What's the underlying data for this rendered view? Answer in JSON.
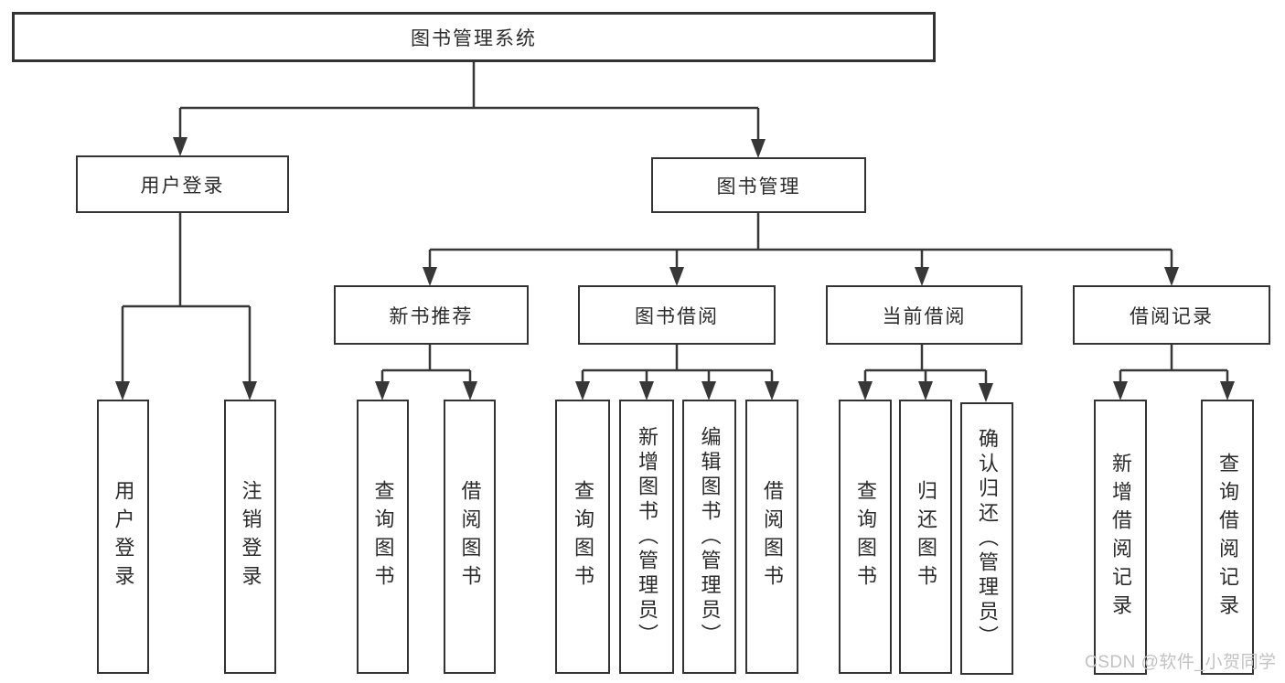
{
  "diagram": {
    "root": "图书管理系统",
    "level2": [
      "用户登录",
      "图书管理"
    ],
    "level3": [
      "新书推荐",
      "图书借阅",
      "当前借阅",
      "借阅记录"
    ],
    "leaves": {
      "login": [
        "用户登录",
        "注销登录"
      ],
      "recommend": [
        "查询图书",
        "借阅图书"
      ],
      "borrow": [
        "查询图书",
        "新增图书（管理员）",
        "编辑图书（管理员）",
        "借阅图书"
      ],
      "current": [
        "查询图书",
        "归还图书",
        "确认归还（管理员）"
      ],
      "records": [
        "新增借阅记录",
        "查询借阅记录"
      ]
    }
  },
  "watermark": {
    "text": "CSDN @软件_小贺同学"
  },
  "colors": {
    "line": "#373737",
    "box_border": "#333333",
    "text": "#2b2b2b",
    "background": "#ffffff",
    "watermark": "#c2c2c2"
  }
}
